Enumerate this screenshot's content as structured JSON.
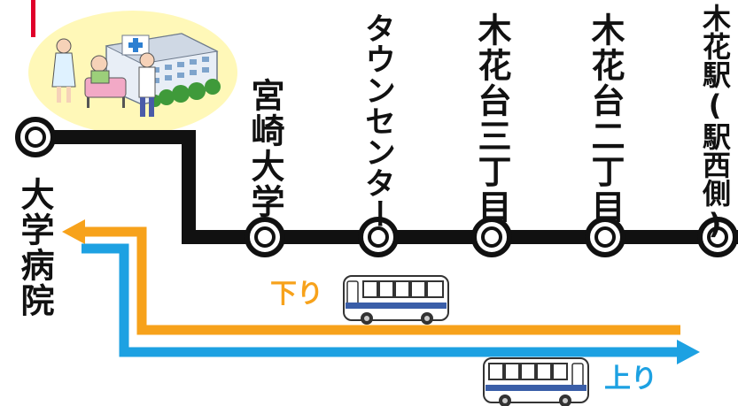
{
  "colors": {
    "route_line": "#111111",
    "inbound_arrow": "#f7a21b",
    "outbound_arrow": "#1da1e2",
    "red_marker": "#e0002a",
    "hospital_glow": "#fff7b0"
  },
  "stations": [
    {
      "name": "大学病院"
    },
    {
      "name": "宮崎大学"
    },
    {
      "name": "タウンセンター"
    },
    {
      "name": "木花台三丁目"
    },
    {
      "name": "木花台二丁目"
    },
    {
      "name": "木花駅(駅西側)"
    }
  ],
  "directions": {
    "inbound": {
      "label": "下り"
    },
    "outbound": {
      "label": "上り"
    }
  },
  "icons": [
    "hospital-illustration",
    "bus-icon"
  ]
}
